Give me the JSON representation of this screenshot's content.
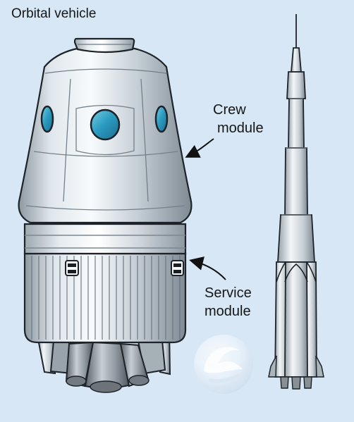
{
  "title": "Orbital vehicle",
  "callouts": {
    "crew_line1": "Crew",
    "crew_line2": "module",
    "service_line1": "Service",
    "service_line2": "module"
  },
  "colors": {
    "background": "#d7e7f5",
    "metal_light": "#eef3f7",
    "metal_mid": "#bcc6cf",
    "metal_dark": "#7f8a94",
    "window_blue": "#3aa4c1",
    "outline": "#1d2328"
  },
  "icons": {
    "watermark": "swirl-logo",
    "crew_arrow": "curved-arrow",
    "service_arrow": "curved-arrow"
  }
}
